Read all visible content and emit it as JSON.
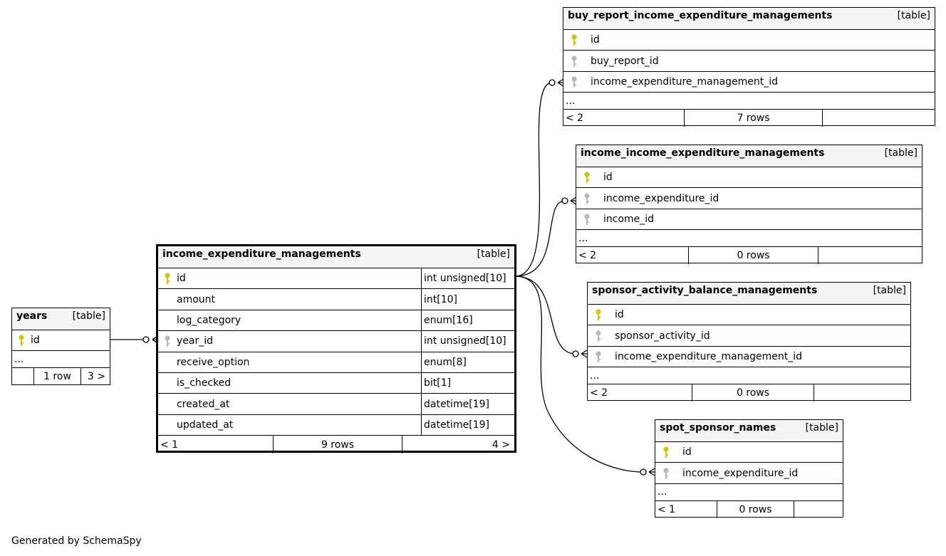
{
  "icons": {
    "primary_key": "key-icon-yellow",
    "foreign_key": "key-icon-gray"
  },
  "colors": {
    "primary_key": "#d4c400",
    "foreign_key": "#b8b8b8",
    "header_bg": "#f4f4f4"
  },
  "focus_table": {
    "name": "income_expenditure_managements",
    "kind": "[table]",
    "columns": [
      {
        "name": "id",
        "type": "int unsigned[10]"
      },
      {
        "name": "amount",
        "type": "int[10]"
      },
      {
        "name": "log_category",
        "type": "enum[16]"
      },
      {
        "name": "year_id",
        "type": "int unsigned[10]"
      },
      {
        "name": "receive_option",
        "type": "enum[8]"
      },
      {
        "name": "is_checked",
        "type": "bit[1]"
      },
      {
        "name": "created_at",
        "type": "datetime[19]"
      },
      {
        "name": "updated_at",
        "type": "datetime[19]"
      }
    ],
    "footer": {
      "left": "< 1",
      "mid": "9 rows",
      "right": "4 >"
    }
  },
  "years": {
    "name": "years",
    "kind": "[table]",
    "columns": [
      "id"
    ],
    "ellipsis": "...",
    "footer": {
      "left": "",
      "mid": "1 row",
      "right": "3 >"
    }
  },
  "buy_report": {
    "name": "buy_report_income_expenditure_managements",
    "kind": "[table]",
    "columns": [
      "id",
      "buy_report_id",
      "income_expenditure_management_id"
    ],
    "ellipsis": "...",
    "footer": {
      "left": "< 2",
      "mid": "7 rows",
      "right": ""
    }
  },
  "income_iem": {
    "name": "income_income_expenditure_managements",
    "kind": "[table]",
    "columns": [
      "id",
      "income_expenditure_id",
      "income_id"
    ],
    "ellipsis": "...",
    "footer": {
      "left": "< 2",
      "mid": "0 rows",
      "right": ""
    }
  },
  "sponsor_activity": {
    "name": "sponsor_activity_balance_managements",
    "kind": "[table]",
    "columns": [
      "id",
      "sponsor_activity_id",
      "income_expenditure_management_id"
    ],
    "ellipsis": "...",
    "footer": {
      "left": "< 2",
      "mid": "0 rows",
      "right": ""
    }
  },
  "spot_sponsor": {
    "name": "spot_sponsor_names",
    "kind": "[table]",
    "columns": [
      "id",
      "income_expenditure_id"
    ],
    "ellipsis": "...",
    "footer": {
      "left": "< 1",
      "mid": "0 rows",
      "right": ""
    }
  },
  "caption": "Generated by SchemaSpy"
}
